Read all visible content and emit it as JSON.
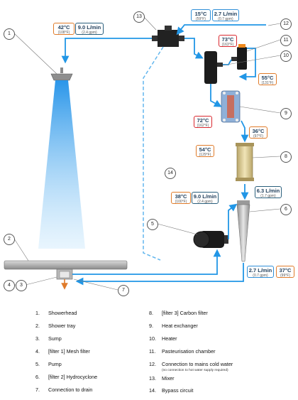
{
  "badges": {
    "showerhead_temp": {
      "main": "42°C",
      "sub": "(108°F)"
    },
    "showerhead_flow": {
      "main": "9.0 L/min",
      "sub": "(2.4 gpm)"
    },
    "mains_temp": {
      "main": "15°C",
      "sub": "(59°F)"
    },
    "mains_flow": {
      "main": "2.7 L/min",
      "sub": "(0.7 gpm)"
    },
    "pasteur_temp": {
      "main": "73°C",
      "sub": "(163°F)"
    },
    "hx_out_temp": {
      "main": "55°C",
      "sub": "(131°F)"
    },
    "hx_in_temp": {
      "main": "72°C",
      "sub": "(162°F)"
    },
    "hx_cold_temp": {
      "main": "54°C",
      "sub": "(129°F)"
    },
    "carbon_temp": {
      "main": "36°C",
      "sub": "(97°F)"
    },
    "carbon_flow": {
      "main": "6.3 L/min",
      "sub": "(1.7 gpm)"
    },
    "pump_temp": {
      "main": "38°C",
      "sub": "(100°F)"
    },
    "pump_flow": {
      "main": "9.0 L/min",
      "sub": "(2.4 gpm)"
    },
    "drain_flow": {
      "main": "2.7 L/min",
      "sub": "(0.7 gpm)"
    },
    "drain_temp": {
      "main": "37°C",
      "sub": "(99°F)"
    }
  },
  "callouts": [
    "1",
    "2",
    "3",
    "4",
    "5",
    "6",
    "7",
    "8",
    "9",
    "10",
    "11",
    "12",
    "13",
    "14"
  ],
  "legend": {
    "left": [
      {
        "n": "1.",
        "label": "Showerhead"
      },
      {
        "n": "2.",
        "label": "Shower tray"
      },
      {
        "n": "3.",
        "label": "Sump"
      },
      {
        "n": "4.",
        "label": "[filter 1] Mesh filter"
      },
      {
        "n": "5.",
        "label": "Pump"
      },
      {
        "n": "6.",
        "label": "[filter 2] Hydrocyclone"
      },
      {
        "n": "7.",
        "label": "Connection to drain"
      }
    ],
    "right": [
      {
        "n": "8.",
        "label": "[filter 3] Carbon filter"
      },
      {
        "n": "9.",
        "label": "Heat exchanger"
      },
      {
        "n": "10.",
        "label": "Heater"
      },
      {
        "n": "11.",
        "label": "Pasteurisation chamber"
      },
      {
        "n": "12.",
        "label": "Connection to mains cold water"
      },
      {
        "n": "13.",
        "label": "Mixer"
      },
      {
        "n": "14.",
        "label": "Bypass circuit"
      }
    ],
    "note": "(no connection to hot water supply required)"
  },
  "colors": {
    "flow": "#2196e6",
    "flow_dark": "#1466b8",
    "orange": "#e07b2a",
    "red": "#d9282f",
    "teal": "#2a5f7c"
  }
}
